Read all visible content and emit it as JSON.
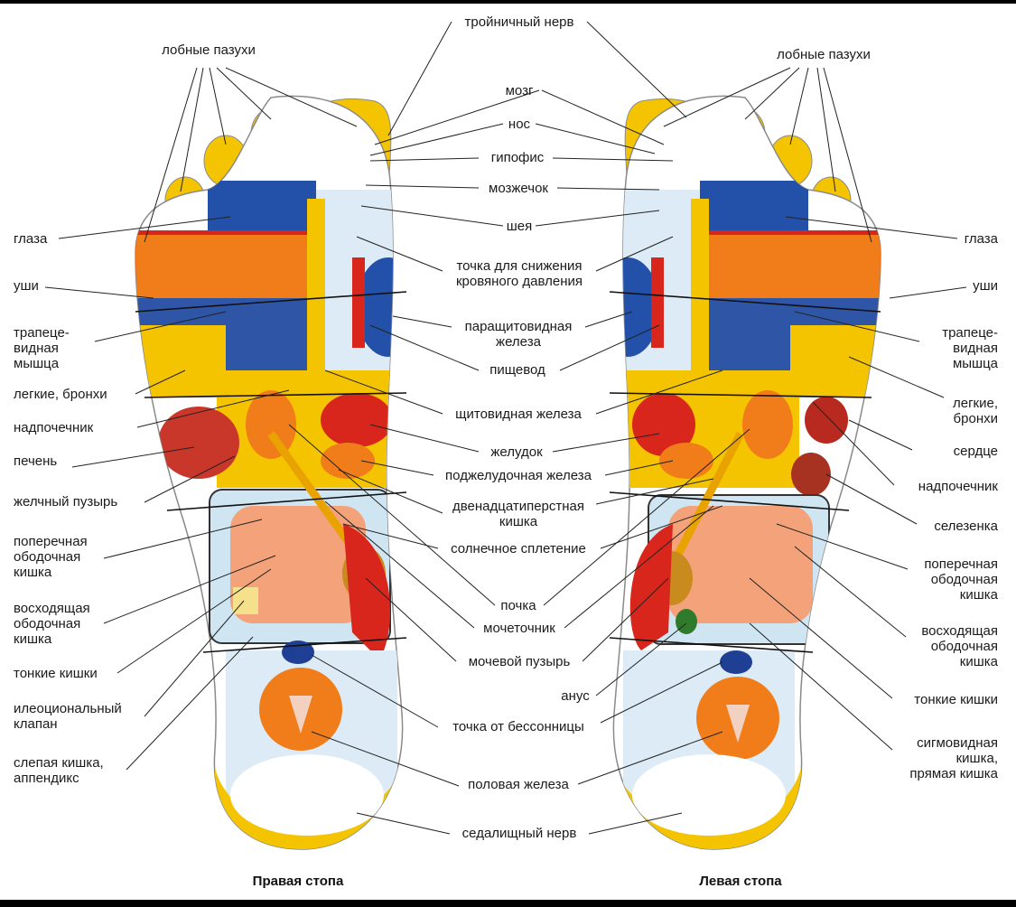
{
  "captions": {
    "right_foot": "Правая стопа",
    "left_foot": "Левая стопа"
  },
  "center_labels": {
    "trigeminal": "тройничный нерв",
    "brain": "мозг",
    "nose": "нос",
    "pituitary": "гипофис",
    "cerebellum": "мозжечок",
    "neck": "шея",
    "bp_point_1": "точка для снижения",
    "bp_point_2": "кровяного давления",
    "parathyroid_1": "паращитовидная",
    "parathyroid_2": "железа",
    "esophagus": "пищевод",
    "thyroid": "щитовидная железа",
    "stomach": "желудок",
    "pancreas": "поджелудочная железа",
    "duodenum_1": "двенадцатиперстная",
    "duodenum_2": "кишка",
    "solar_plexus": "солнечное сплетение",
    "kidney": "почка",
    "ureter": "мочеточник",
    "bladder": "мочевой пузырь",
    "anus": "анус",
    "insomnia": "точка от бессонницы",
    "gonad": "половая железа",
    "sciatic": "седалищный нерв"
  },
  "left_side_labels": {
    "sinuses": "лобные пазухи",
    "eyes": "глаза",
    "ears": "уши",
    "trapezius_1": "трапеце-",
    "trapezius_2": "видная",
    "trapezius_3": "мышца",
    "lungs": "легкие, бронхи",
    "adrenal": "надпочечник",
    "liver": "печень",
    "gallbladder": "желчный пузырь",
    "transverse_1": "поперечная",
    "transverse_2": "ободочная",
    "transverse_3": "кишка",
    "ascending_1": "восходящая",
    "ascending_2": "ободочная",
    "ascending_3": "кишка",
    "small_int": "тонкие кишки",
    "ileocecal_1": "илеоциональный",
    "ileocecal_2": "клапан",
    "appendix_1": "слепая кишка,",
    "appendix_2": "аппендикс"
  },
  "right_side_labels": {
    "sinuses": "лобные пазухи",
    "eyes": "глаза",
    "ears": "уши",
    "trapezius_1": "трапеце-",
    "trapezius_2": "видная",
    "trapezius_3": "мышца",
    "lungs_1": "легкие,",
    "lungs_2": "бронхи",
    "heart": "сердце",
    "adrenal": "надпочечник",
    "spleen": "селезенка",
    "transverse_1": "поперечная",
    "transverse_2": "ободочная",
    "transverse_3": "кишка",
    "ascending_1": "восходящая",
    "ascending_2": "ободочная",
    "ascending_3": "кишка",
    "small_int": "тонкие кишки",
    "sigmoid_1": "сигмовидная",
    "sigmoid_2": "кишка,",
    "sigmoid_3": "прямая кишка"
  },
  "colors": {
    "yellow": "#f5c400",
    "orange": "#f07d1a",
    "red": "#d9261c",
    "blue": "#2350a8",
    "pale_blue": "#cfe6f2",
    "intestine": "#f3a27a",
    "outline": "#8a8a8a"
  }
}
